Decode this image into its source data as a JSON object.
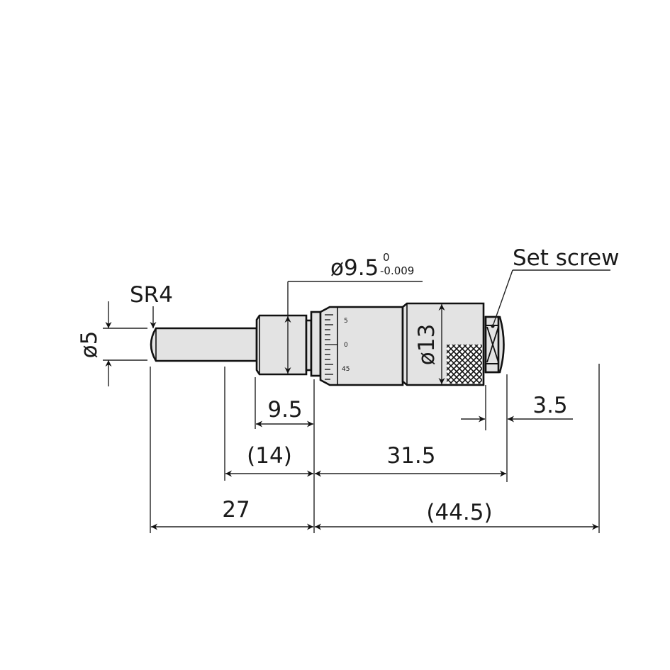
{
  "drawing": {
    "subject": "Micrometer head dimensional drawing",
    "labels": {
      "sr4": "SR4",
      "dia5": "ø5",
      "dia95": "ø9.5",
      "dia95_tol_upper": "0",
      "dia95_tol_lower": "-0.009",
      "dia13": "ø13",
      "set_screw": "Set screw"
    },
    "thimble_scale": [
      "5",
      "0",
      "45"
    ],
    "dimensions": {
      "d_9_5": "9.5",
      "d_14": "(14)",
      "d_27": "27",
      "d_31_5": "31.5",
      "d_3_5": "3.5",
      "d_44_5": "(44.5)"
    }
  },
  "colors": {
    "body_fill": "#e3e3e3",
    "stroke": "#111111",
    "background": "#ffffff"
  }
}
